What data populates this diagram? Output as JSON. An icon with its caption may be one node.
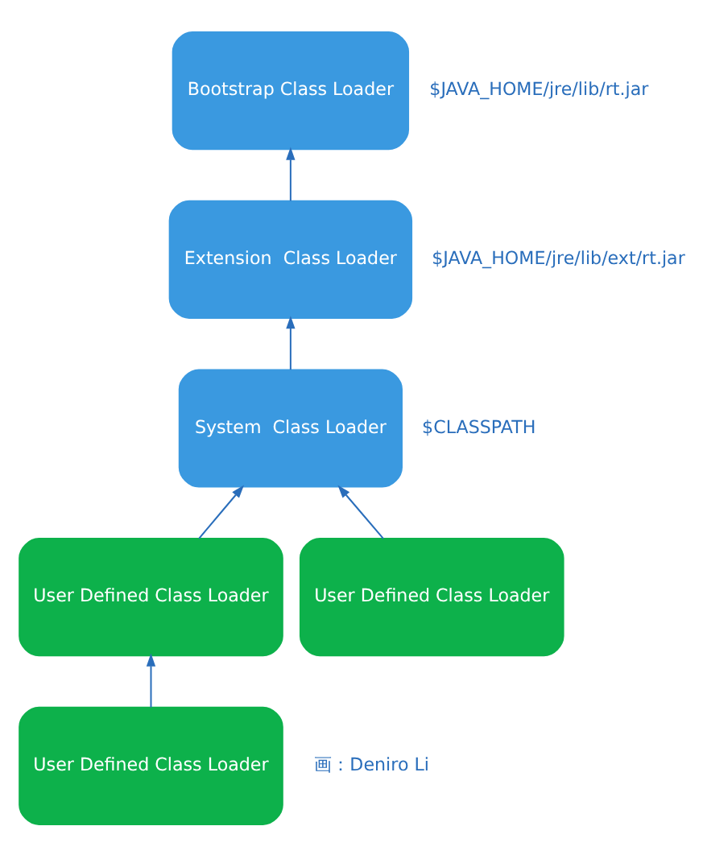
{
  "diagram": {
    "nodes": [
      {
        "text": [
          "Bootstrap Class Loader"
        ],
        "beside": [
          "$JAVA_HOME/jre/lib/rt.jar"
        ]
      },
      {
        "text": [
          "Extension  Class Loader"
        ],
        "beside": [
          "$JAVA_HOME/jre/lib/ext/rt.jar"
        ]
      },
      {
        "text": [
          "System  Class Loader"
        ],
        "beside": [
          "$CLASSPATH"
        ]
      },
      {
        "text": [
          "User Defined Class Loader"
        ]
      },
      {
        "text": [
          "User Defined Class Loader"
        ]
      },
      {
        "text": [
          "User Defined Class Loader"
        ]
      }
    ],
    "edges": [
      {
        "from": 1,
        "to": 0,
        "arrow": "to"
      },
      {
        "from": 2,
        "to": 1,
        "arrow": "to"
      },
      {
        "from": 3,
        "to": 2,
        "arrow": "to"
      },
      {
        "from": 4,
        "to": 2,
        "arrow": "to"
      },
      {
        "from": 5,
        "to": 3,
        "arrow": "to"
      }
    ],
    "labels": [
      "画：Deniro Li"
    ]
  }
}
